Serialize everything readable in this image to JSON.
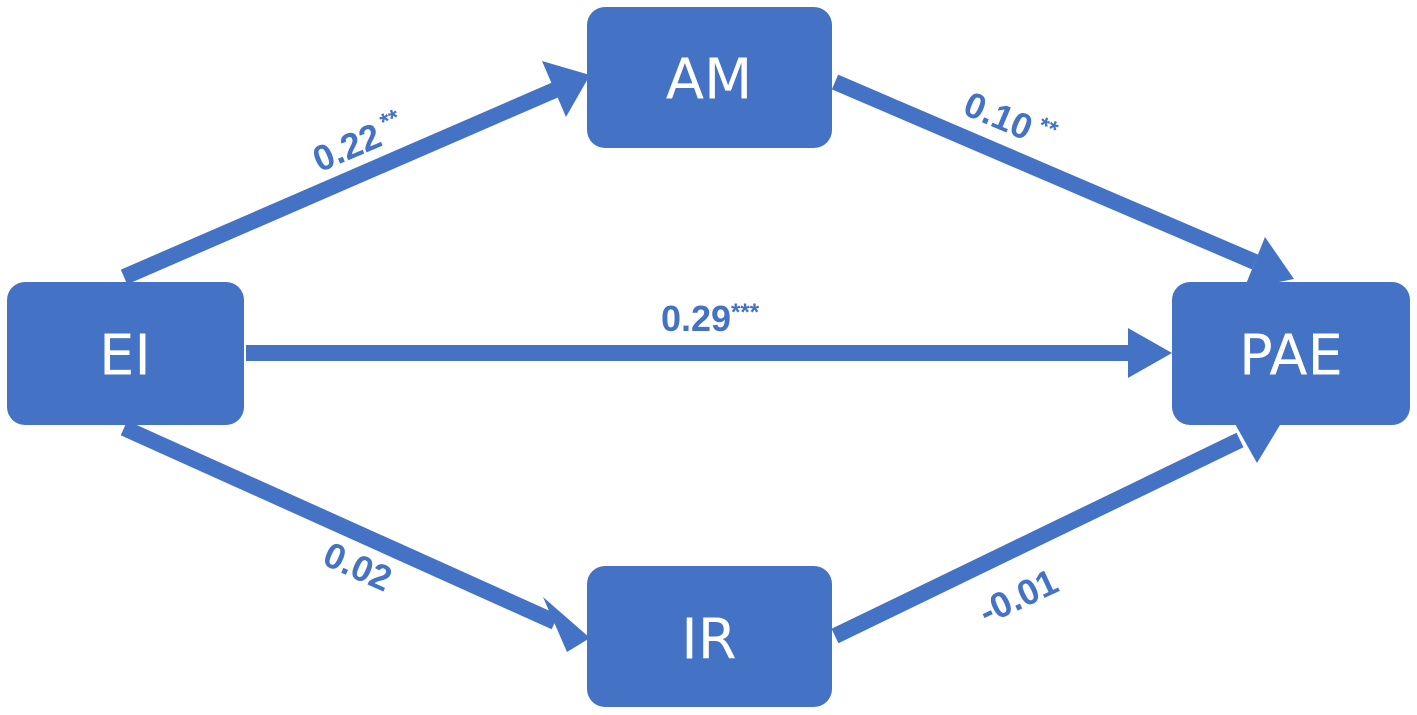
{
  "colors": {
    "node_fill": "#4472C4",
    "node_text": "#ffffff",
    "edge": "#4472C4",
    "label": "#4472C4",
    "background": "#ffffff"
  },
  "nodes": {
    "ei": "EI",
    "am": "AM",
    "ir": "IR",
    "pae": "PAE"
  },
  "edges": {
    "ei_am": {
      "value": "0.22",
      "stars": "**"
    },
    "am_pae": {
      "value": "0.10",
      "stars": "**"
    },
    "ei_pae": {
      "value": "0.29",
      "stars": "***"
    },
    "ei_ir": {
      "value": "0.02",
      "stars": ""
    },
    "ir_pae": {
      "value": "-0.01",
      "stars": ""
    }
  }
}
